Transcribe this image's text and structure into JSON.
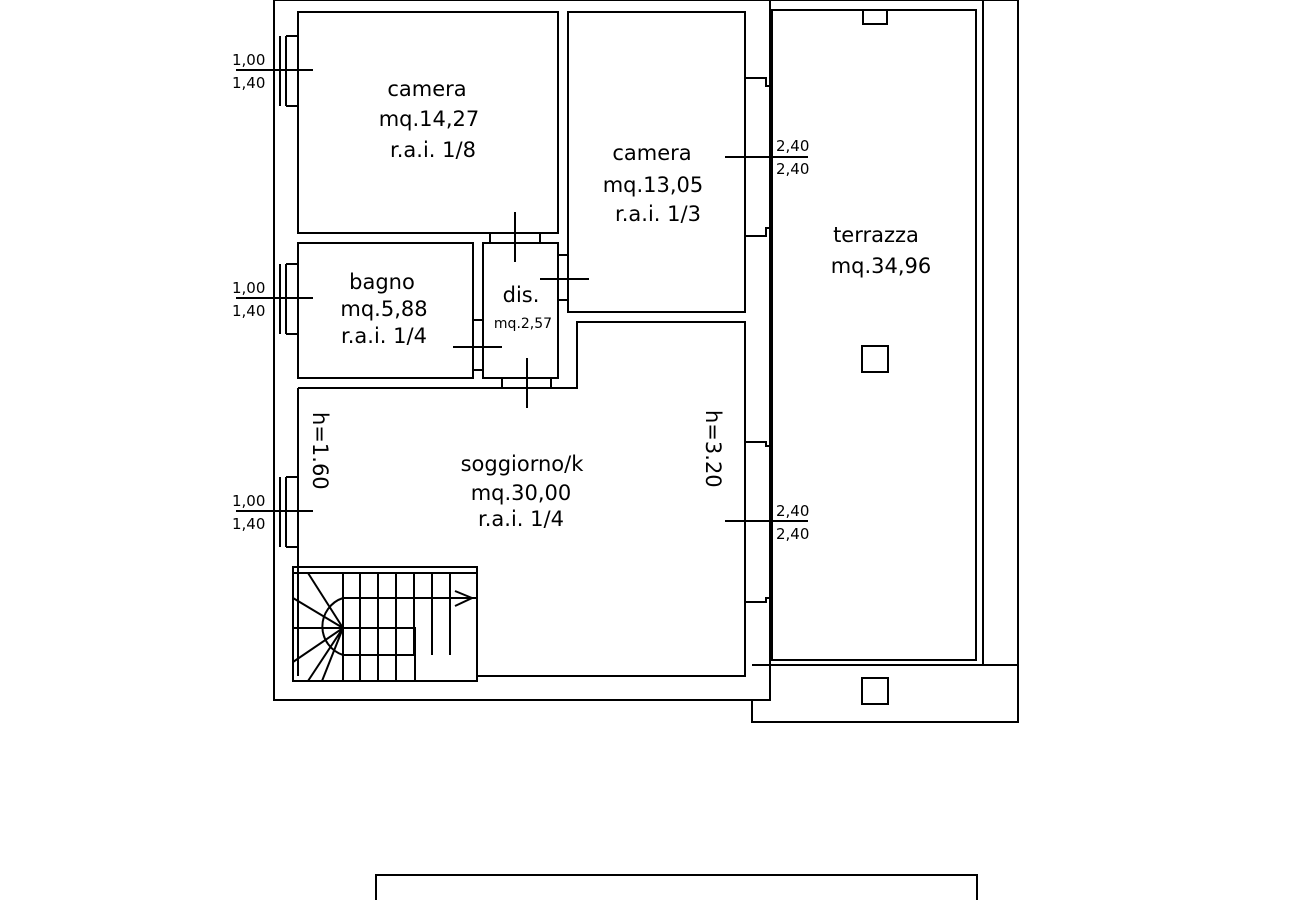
{
  "rooms": {
    "camera1": {
      "name": "camera",
      "area": "mq.14,27",
      "rai": "r.a.i. 1/8"
    },
    "camera2": {
      "name": "camera",
      "area": "mq.13,05",
      "rai": "r.a.i. 1/3"
    },
    "bagno": {
      "name": "bagno",
      "area": "mq.5,88",
      "rai": "r.a.i. 1/4"
    },
    "dis": {
      "name": "dis.",
      "area": "mq.2,57"
    },
    "soggiorno": {
      "name": "soggiorno/k",
      "area": "mq.30,00",
      "rai": "r.a.i. 1/4",
      "h_left": "h=1.60",
      "h_right": "h=3.20"
    },
    "terrazza": {
      "name": "terrazza",
      "area": "mq.34,96"
    }
  },
  "windows": [
    {
      "w": "1,00",
      "h": "1,40"
    },
    {
      "w": "1,00",
      "h": "1,40"
    },
    {
      "w": "1,00",
      "h": "1,40"
    },
    {
      "w": "2,40",
      "h": "2,40"
    },
    {
      "w": "2,40",
      "h": "2,40"
    }
  ]
}
